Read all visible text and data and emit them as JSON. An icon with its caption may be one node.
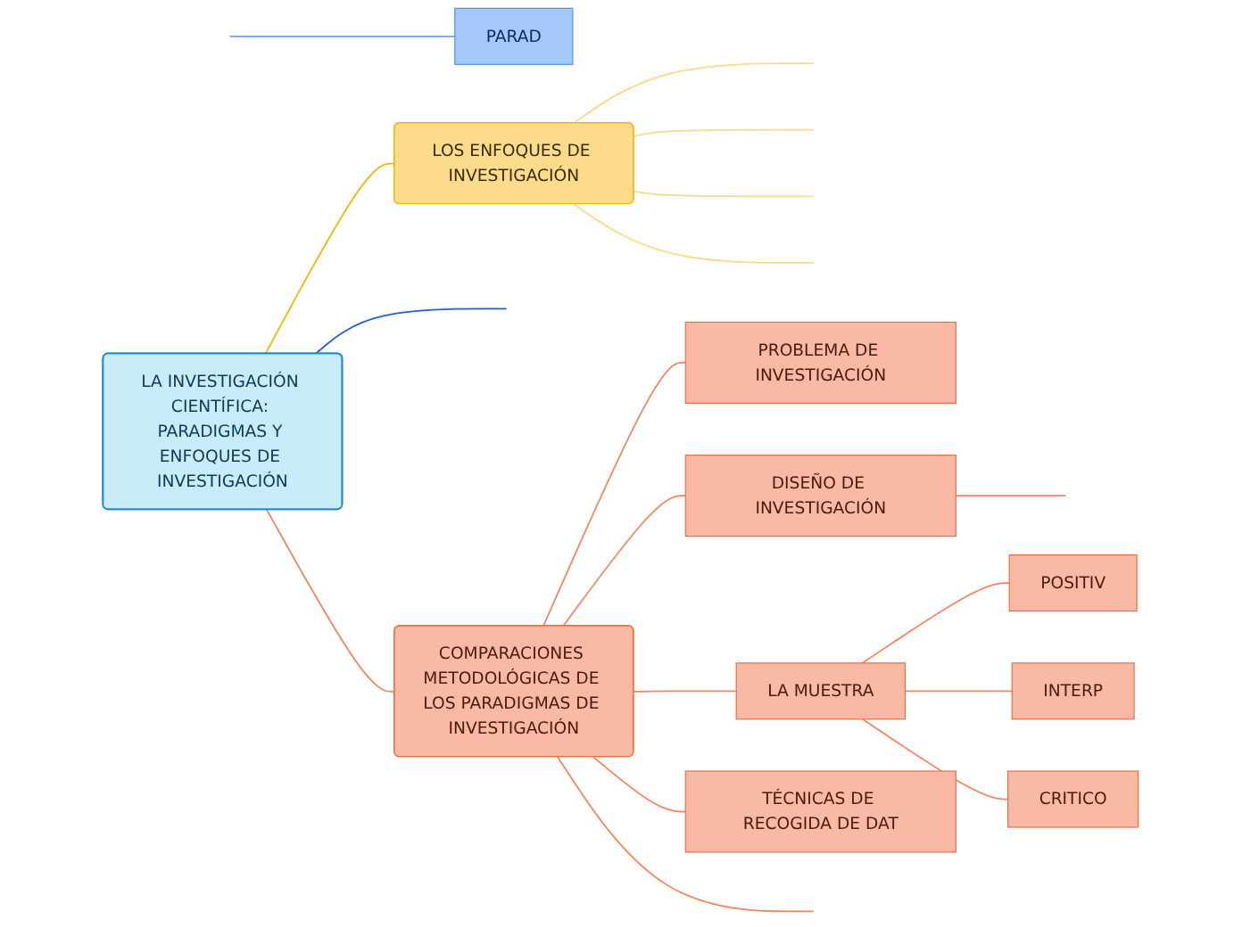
{
  "diagram": {
    "nodes": [
      {
        "text": [
          "LA INVESTIGACIÓN CIENTÍFICA: PARADIGMAS Y ENFOQUES DE INVESTIGACIÓN"
        ]
      },
      {
        "text": [
          "LOS ENFOQUES DE INVESTIGACIÓN"
        ]
      },
      {
        "text": [
          "PARAD"
        ]
      },
      {
        "text": [
          "COMPARACIONES METODOLÓGICAS DE LOS PARADIGMAS DE INVESTIGACIÓN"
        ]
      },
      {
        "text": [
          "PROBLEMA DE INVESTIGACIÓN"
        ]
      },
      {
        "text": [
          "DISEÑO DE INVESTIGACIÓN"
        ]
      },
      {
        "text": [
          "LA MUESTRA"
        ]
      },
      {
        "text": [
          "POSITIV"
        ]
      },
      {
        "text": [
          "INTERP"
        ]
      },
      {
        "text": [
          "CRITICO"
        ]
      },
      {
        "text": [
          "TÉCNICAS DE RECOGIDA DE DAT"
        ]
      }
    ],
    "edges": [
      {
        "from": 0,
        "to": 1,
        "arrow": "none",
        "color": "#f5b400"
      },
      {
        "from": 0,
        "to": null,
        "arrow": "none",
        "color": "#1f5fd1"
      },
      {
        "from": null,
        "to": 2,
        "arrow": "none",
        "color": "#6fa0f0"
      },
      {
        "from": 0,
        "to": 3,
        "arrow": "none"
      },
      {
        "from": 3,
        "to": 4,
        "arrow": "none"
      },
      {
        "from": 3,
        "to": 5,
        "arrow": "none"
      },
      {
        "from": 3,
        "to": 6,
        "arrow": "none"
      },
      {
        "from": 3,
        "to": 10,
        "arrow": "none"
      },
      {
        "from": 6,
        "to": 7,
        "arrow": "none"
      },
      {
        "from": 6,
        "to": 8,
        "arrow": "none"
      },
      {
        "from": 6,
        "to": 9,
        "arrow": "none"
      },
      {
        "from": 5,
        "to": null,
        "arrow": "none"
      },
      {
        "from": 3,
        "to": null,
        "arrow": "none"
      },
      {
        "from": 1,
        "to": null,
        "arrow": "none",
        "color": "#fcd98a"
      },
      {
        "from": 1,
        "to": null,
        "arrow": "none",
        "color": "#fcd98a"
      },
      {
        "from": 1,
        "to": null,
        "arrow": "none",
        "color": "#fcd98a"
      },
      {
        "from": 1,
        "to": null,
        "arrow": "none",
        "color": "#fcd98a"
      }
    ]
  }
}
